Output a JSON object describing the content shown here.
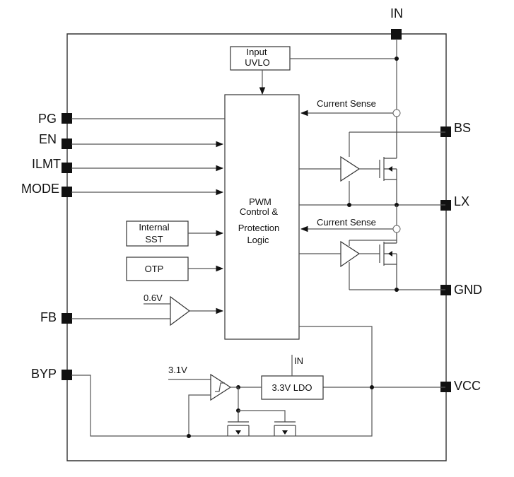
{
  "pins": {
    "in": "IN",
    "pg": "PG",
    "en": "EN",
    "ilmt": "ILMT",
    "mode": "MODE",
    "fb": "FB",
    "byp": "BYP",
    "bs": "BS",
    "lx": "LX",
    "gnd": "GND",
    "vcc": "VCC"
  },
  "blocks": {
    "input_uvlo": [
      "Input",
      "UVLO"
    ],
    "pwm_control": [
      "PWM",
      "Control &",
      "Protection",
      "Logic"
    ],
    "internal_sst": [
      "Internal",
      "SST"
    ],
    "otp": "OTP",
    "ldo": "3.3V LDO"
  },
  "labels": {
    "current_sense_high": "Current Sense",
    "current_sense_low": "Current Sense",
    "fb_ref": "0.6V",
    "byp_ref": "3.1V",
    "ldo_in": "IN"
  }
}
